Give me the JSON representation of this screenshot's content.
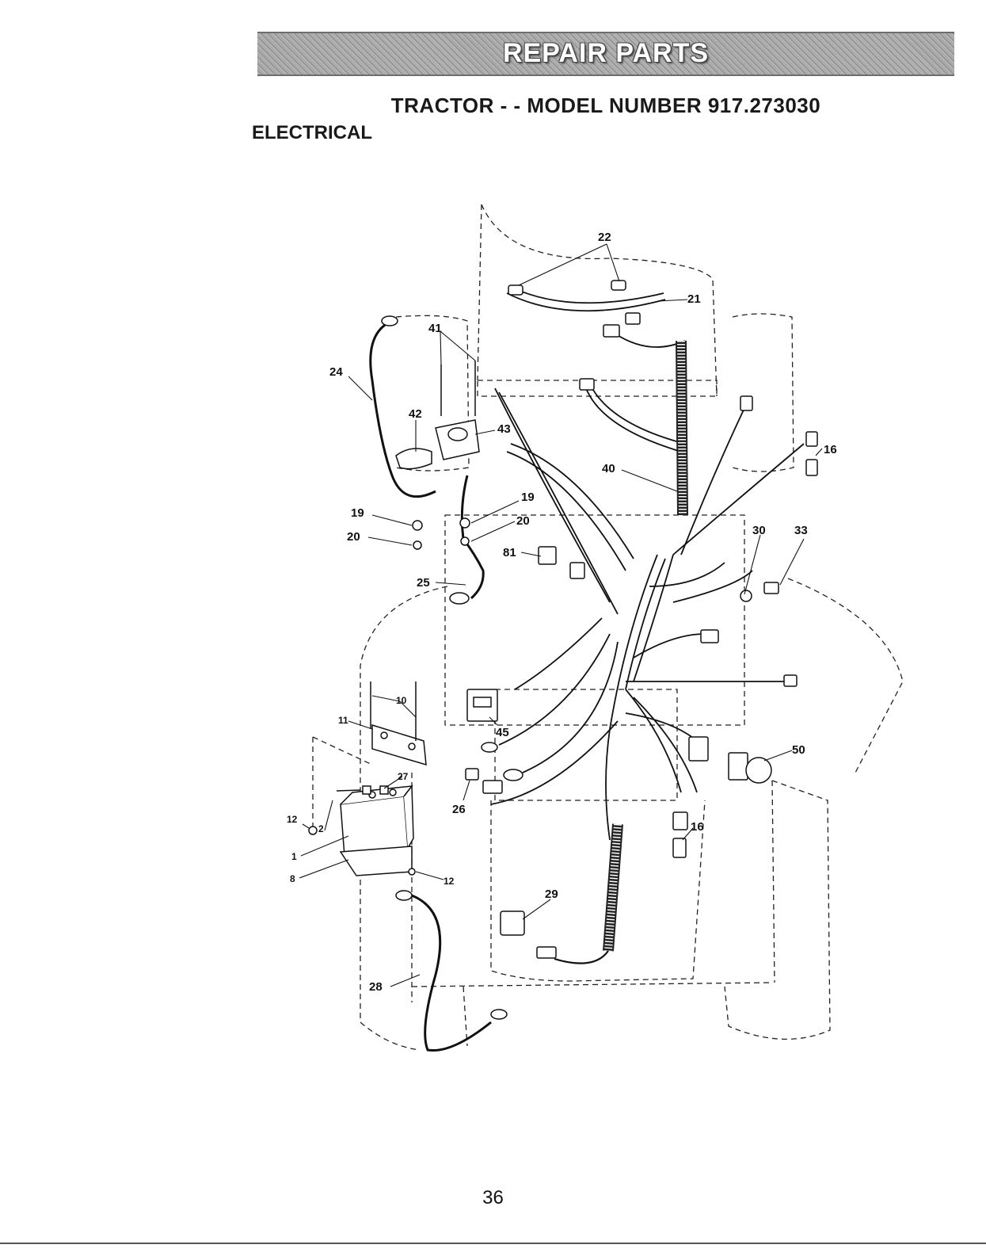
{
  "header": {
    "banner_text": "REPAIR PARTS"
  },
  "title": "TRACTOR - - MODEL NUMBER 917.273030",
  "section": "ELECTRICAL",
  "page_number": "36",
  "callouts": [
    "22",
    "21",
    "41",
    "24",
    "42",
    "43",
    "40",
    "16",
    "19",
    "20",
    "19",
    "20",
    "33",
    "30",
    "81",
    "25",
    "10",
    "11",
    "45",
    "50",
    "27",
    "2",
    "12",
    "26",
    "16",
    "1",
    "8",
    "12",
    "29",
    "28"
  ]
}
